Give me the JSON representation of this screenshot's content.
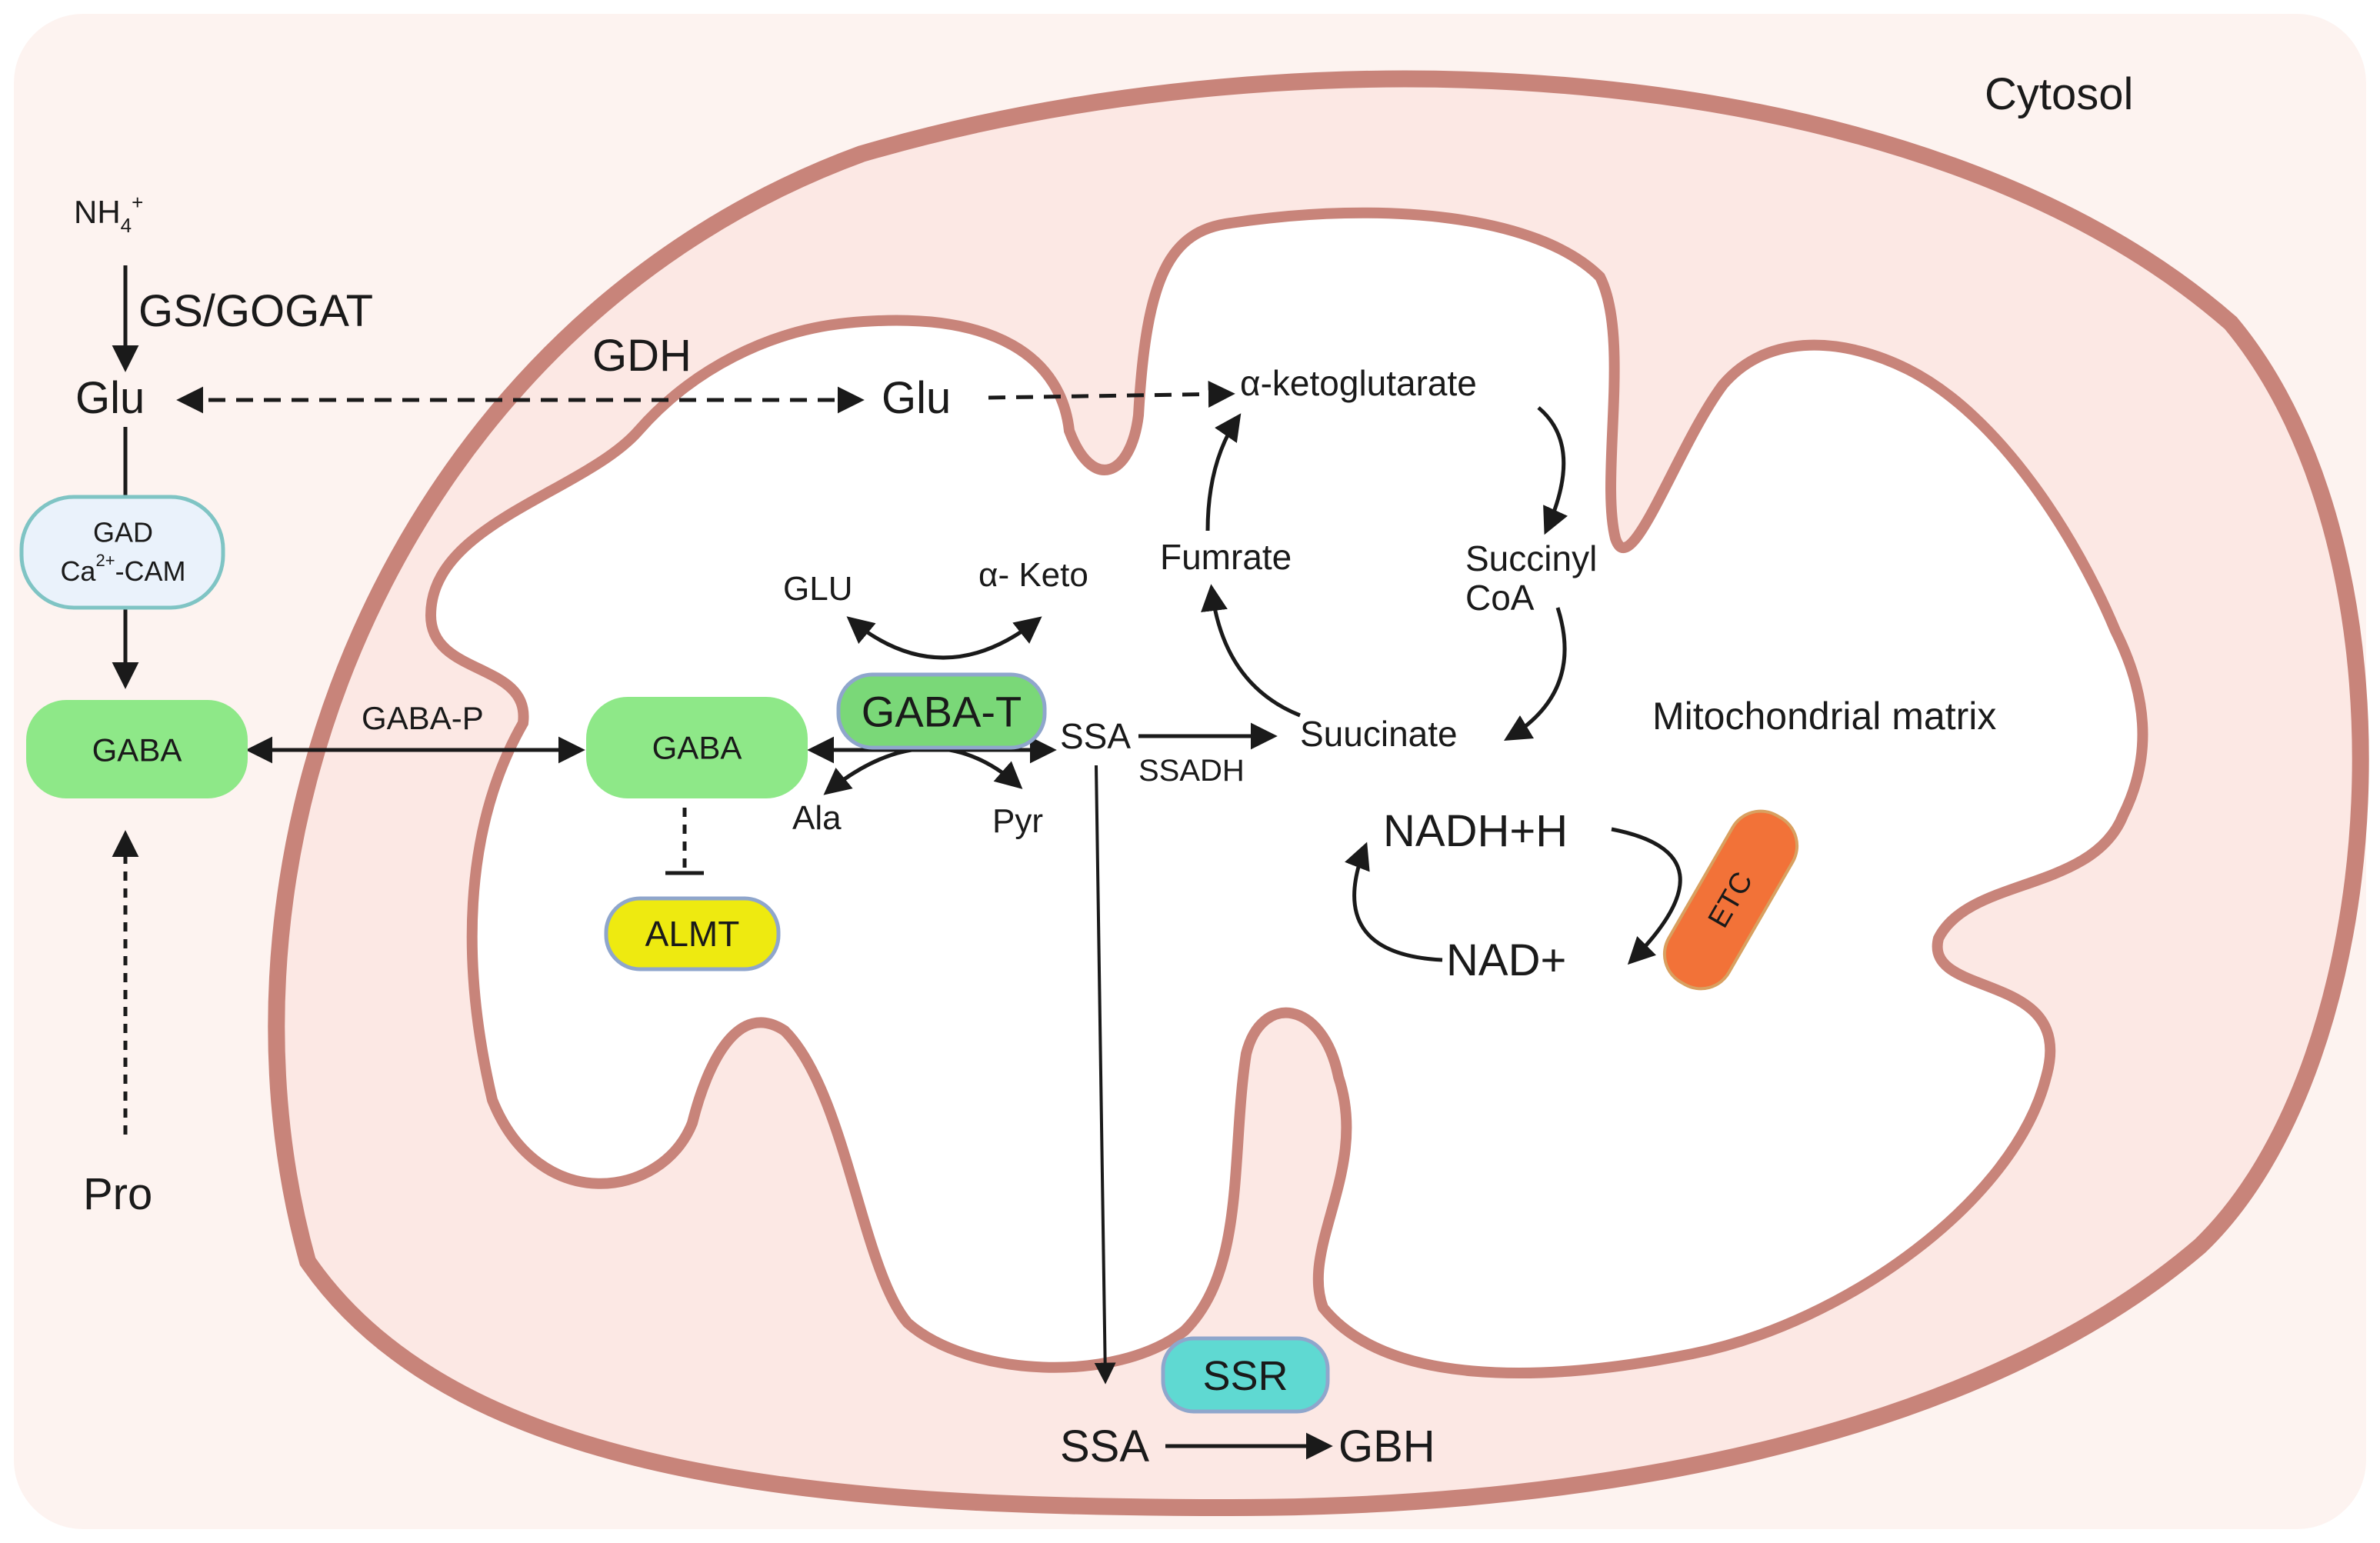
{
  "compartments": {
    "cytosol": "Cytosol",
    "matrix": "Mitochondrial matrix"
  },
  "metabolites": {
    "nh4": "NH",
    "nh4_sub": "4",
    "nh4_sup": "+",
    "glu_cytosol": "Glu",
    "glu_mito": "Glu",
    "pro": "Pro",
    "akg": "α-ketoglutarate",
    "fumarate": "Fumrate",
    "succinyl_line1": "Succinyl",
    "succinyl_line2": "CoA",
    "succinate": "Suucinate",
    "glu_upper": "GLU",
    "a_keto": "α- Keto",
    "ala": "Ala",
    "pyr": "Pyr",
    "ssa_mito": "SSA",
    "nadh": "NADH+H",
    "nad": "NAD+",
    "ssa_bottom": "SSA",
    "gbh": "GBH"
  },
  "enzymes": {
    "gs_gogat": "GS/GOGAT",
    "gdh": "GDH",
    "gad_line1": "GAD",
    "gad_line2_a": "Ca",
    "gad_line2_sup": "2+",
    "gad_line2_b": "-CAM",
    "gaba_p": "GABA-P",
    "ssadh": "SSADH"
  },
  "boxes": {
    "gaba_cytosol": "GABA",
    "gaba_mito": "GABA",
    "gaba_t": "GABA-T",
    "almt": "ALMT",
    "etc": "ETC",
    "ssr": "SSR"
  },
  "colors": {
    "gaba_green": "#8ee888",
    "gaba_t_green": "#7ad878",
    "gad_fill": "#eaf2fb",
    "gad_stroke": "#7fc4c4",
    "almt_yellow": "#eeea10",
    "etc_orange": "#f27238",
    "ssr_cyan": "#5fd9d2",
    "membrane": "#c8847a",
    "mito_fill": "#fce8e4",
    "cytosol_fill": "#fdf3f0",
    "box_border": "#8fa6cc"
  }
}
